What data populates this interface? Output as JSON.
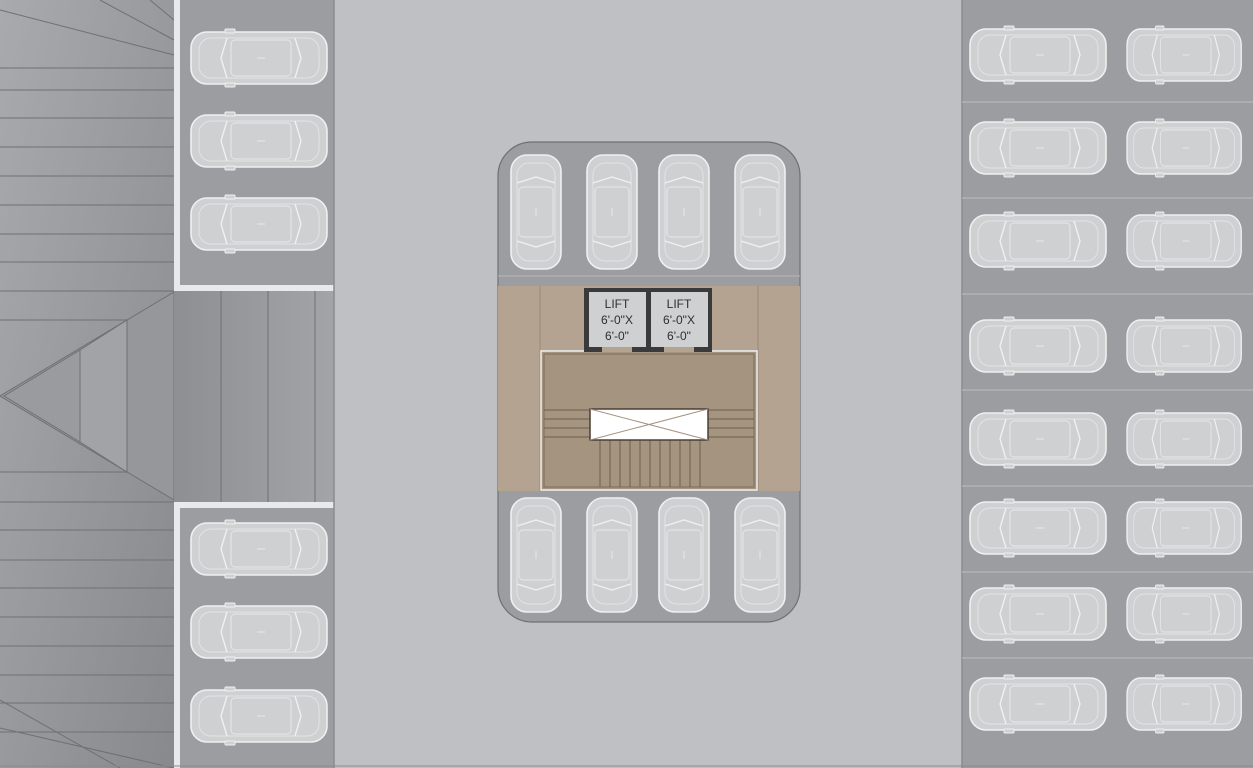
{
  "lifts": [
    {
      "label": "LIFT",
      "width": "6'-0\"X",
      "depth": "6'-0\""
    },
    {
      "label": "LIFT",
      "width": "6'-0\"X",
      "depth": "6'-0\""
    }
  ],
  "counts": {
    "left_upper_cars": 3,
    "left_lower_cars": 3,
    "island_top_cars": 4,
    "island_bottom_cars": 4,
    "right_rows": 8,
    "right_cars_per_row": 2
  },
  "colors": {
    "driveway": "#bfc0c3",
    "parking_bay": "#9c9da1",
    "car_body": "#cfd0d2",
    "car_outline": "#eef0f1",
    "core_floor": "#b3a390",
    "stair_well": "#a49480",
    "lift_shaft": "#cfd0d2",
    "lift_wall": "#3a3a3a"
  }
}
